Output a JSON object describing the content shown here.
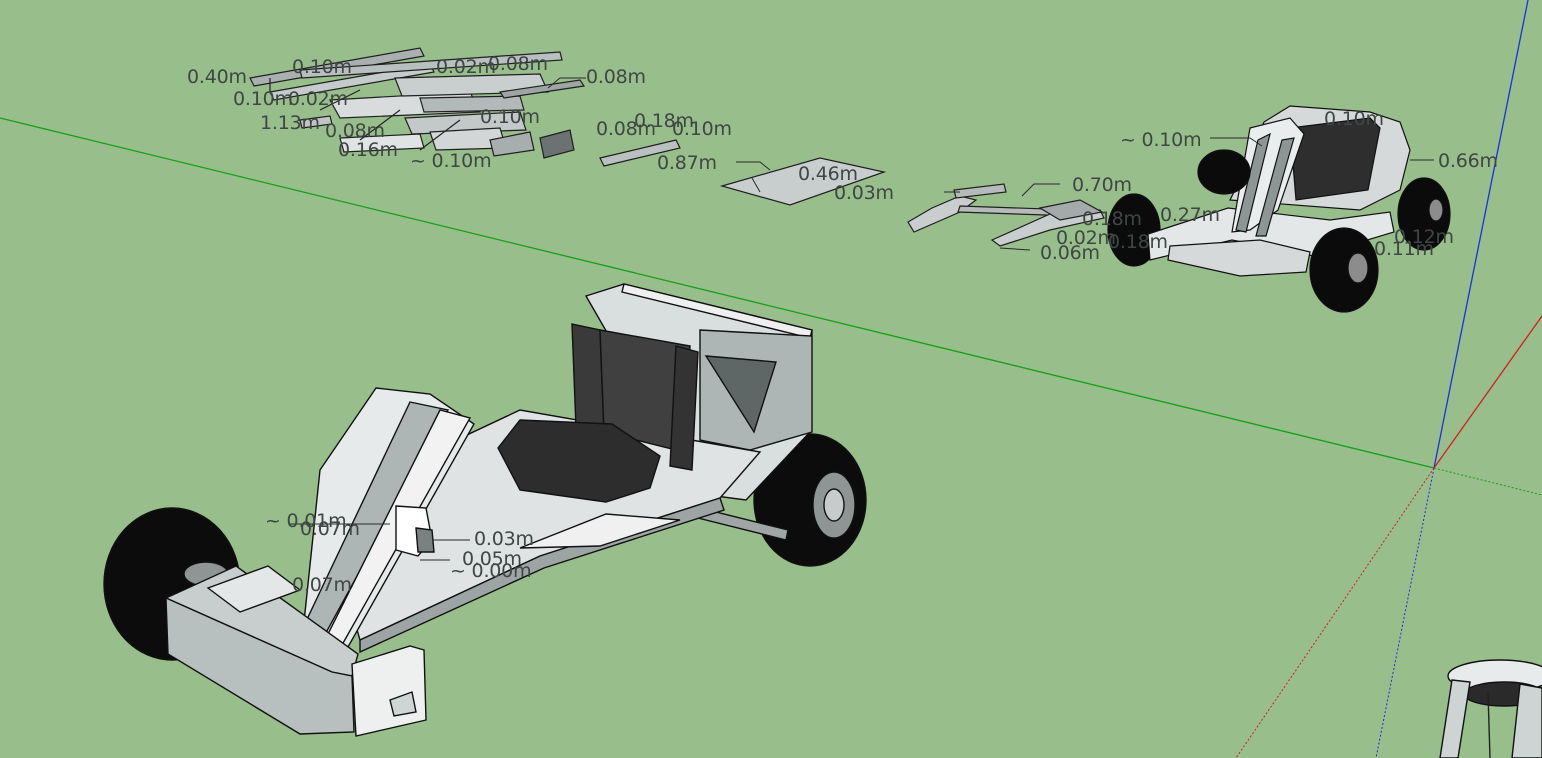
{
  "viewport": {
    "background": "#98be8c",
    "axis_colors": {
      "green": "#14a014",
      "blue": "#1e2ee6",
      "red": "#d21e1e"
    }
  },
  "dimensions": {
    "d1": "0.40m",
    "d2": "0.10m",
    "d3": "0.02m",
    "d4": "0.08m",
    "d5": "0.08m",
    "d6": "0.10m",
    "d7": "1.13m",
    "d8": "0.08m",
    "d9": "0.18m",
    "d10": "0.10m",
    "d11": "0.08m",
    "d12": "~ 0.10m",
    "d13": "0.16m",
    "d14": "0.87m",
    "d15": "0.46m",
    "d16": "0.03m",
    "d17": "0.70m",
    "d18": "0.02m",
    "d19": "0.06m",
    "d20": "0.18m",
    "d21": "0.27m",
    "d22": "~ 0.10m",
    "d23": "0.10m",
    "d24": "0.66m",
    "d25": "0.12m",
    "d26": "0.11m",
    "d27": "~ 0.01m",
    "d28": "0.07m",
    "d29": "0.03m",
    "d30": "0.05m",
    "d31": "~ 0.00m",
    "d32": "0.07m"
  }
}
